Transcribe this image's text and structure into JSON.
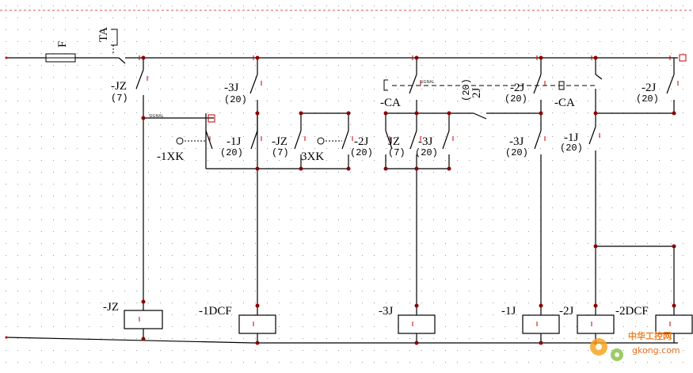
{
  "colors": {
    "wire": "#000000",
    "pin": "#c00000",
    "grid": "#9a9a9a",
    "border": "#e05050",
    "watermark": "#f08020"
  },
  "labels": {
    "F": "F",
    "TA": "TA",
    "JZ_sw": "-JZ",
    "JZ_sw_sub": "(7)",
    "J3_top": "-3J",
    "J3_top_sub": "(20)",
    "CA_left": "-CA",
    "J2_vert": "2J",
    "J2_vert_sub": "(20)",
    "J2_mid": "-2J",
    "J2_mid_sub": "(20)",
    "CA_right": "-CA",
    "J2_far": "-2J",
    "J2_far_sub": "(20)",
    "J1_a": "-1J",
    "J1_a_sub": "(20)",
    "XK1": "-1XK",
    "JZ_mid": "-JZ",
    "JZ_mid_sub": "(7)",
    "XK3": "3XK",
    "J2_b": "-2J",
    "J2_b_sub": "(20)",
    "JZ_c": "JZ",
    "JZ_c_sub": "(7)",
    "J3_c": "-3J",
    "J3_c_sub": "(20)",
    "J3_d": "-3J",
    "J3_d_sub": "(20)",
    "J1_e": "-1J",
    "J1_e_sub": "(20)",
    "coil_JZ": "-JZ",
    "coil_1DCF": "-1DCF",
    "coil_3J": "-3J",
    "coil_1J": "-1J",
    "coil_2J": "-2J",
    "coil_2DCF": "-2DCF",
    "signal1": "SIGNAL",
    "signal2": "SIGNAL"
  },
  "watermark": {
    "name": "中华工控网",
    "url": "gkong.com"
  }
}
